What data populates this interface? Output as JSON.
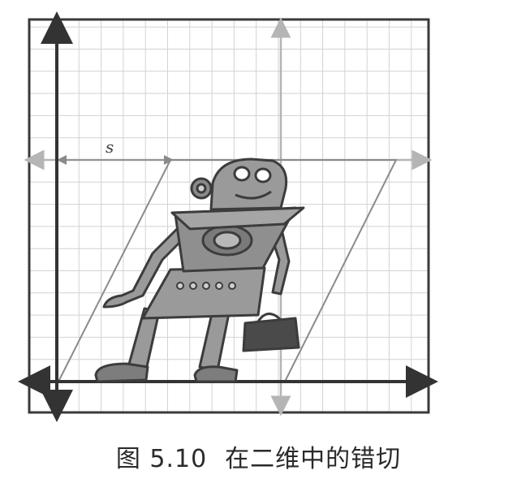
{
  "figure": {
    "shear_label": "s",
    "caption_number": "图 5.10",
    "caption_text": "在二维中的错切"
  },
  "colors": {
    "frame": "#3a3a3a",
    "grid": "#d2d2d2",
    "axis": "#333333",
    "light_axis": "#b5b5b5",
    "parallelogram": "#8a8a8a",
    "robot_fill": "#9a9a9a",
    "robot_dark": "#5a5a5a"
  }
}
